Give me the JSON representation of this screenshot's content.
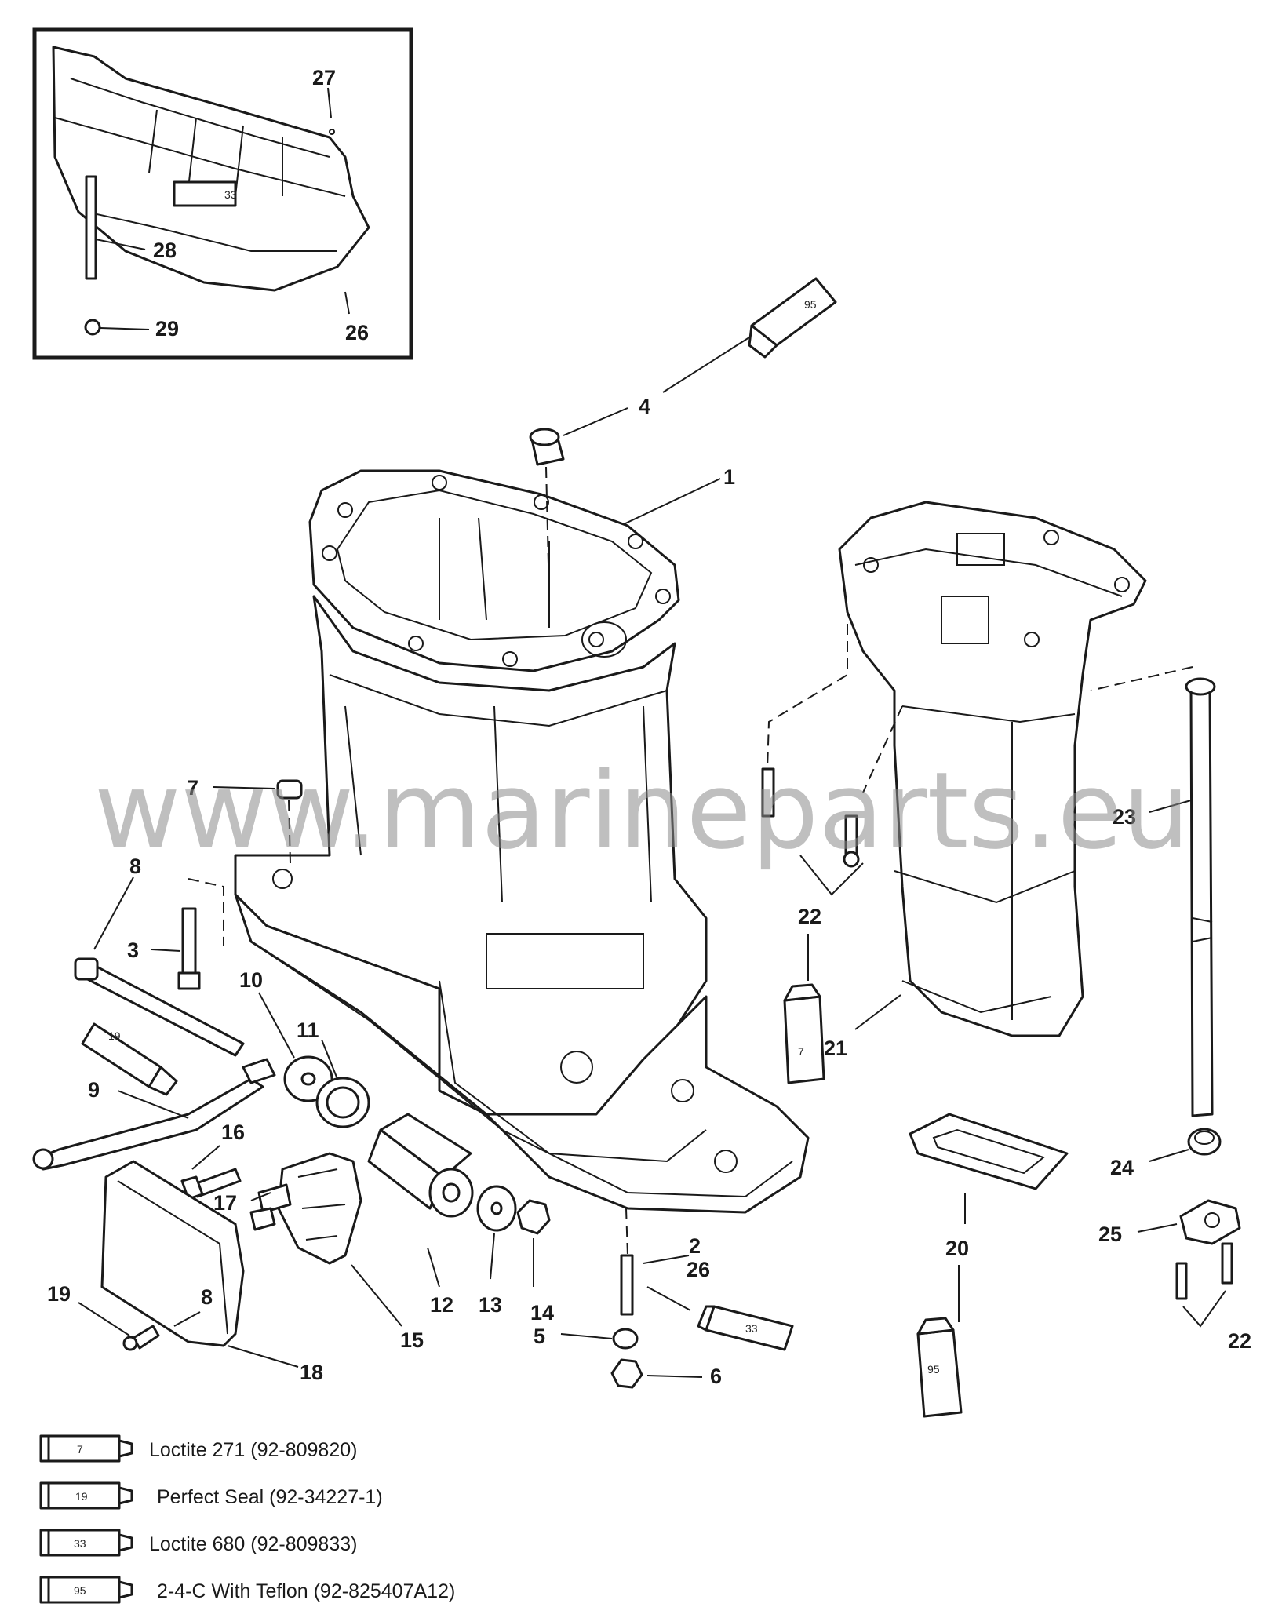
{
  "watermark": "www.marineparts.eu",
  "inset": {
    "callouts": [
      "27",
      "28",
      "29",
      "26"
    ],
    "tube_label": "33"
  },
  "callouts": {
    "c1": "1",
    "c2": "2",
    "c3": "3",
    "c4": "4",
    "c5": "5",
    "c6": "6",
    "c7": "7",
    "c8": "8",
    "c8b": "8",
    "c9": "9",
    "c10": "10",
    "c11": "11",
    "c12": "12",
    "c13": "13",
    "c14": "14",
    "c15": "15",
    "c16": "16",
    "c17": "17",
    "c18": "18",
    "c19": "19",
    "c20": "20",
    "c21": "21",
    "c22a": "22",
    "c22b": "22",
    "c23": "23",
    "c24": "24",
    "c25": "25",
    "c26b": "26"
  },
  "tubes": {
    "t4": "95",
    "t8": "19",
    "t22": "7",
    "t2": "33",
    "t20": "95"
  },
  "legend": [
    {
      "code": "7",
      "text": "Loctite 271 (92-809820)"
    },
    {
      "code": "19",
      "text": "Perfect Seal (92-34227-1)"
    },
    {
      "code": "33",
      "text": "Loctite 680 (92-809833)"
    },
    {
      "code": "95",
      "text": "2-4-C With Teflon (92-825407A12)"
    }
  ]
}
